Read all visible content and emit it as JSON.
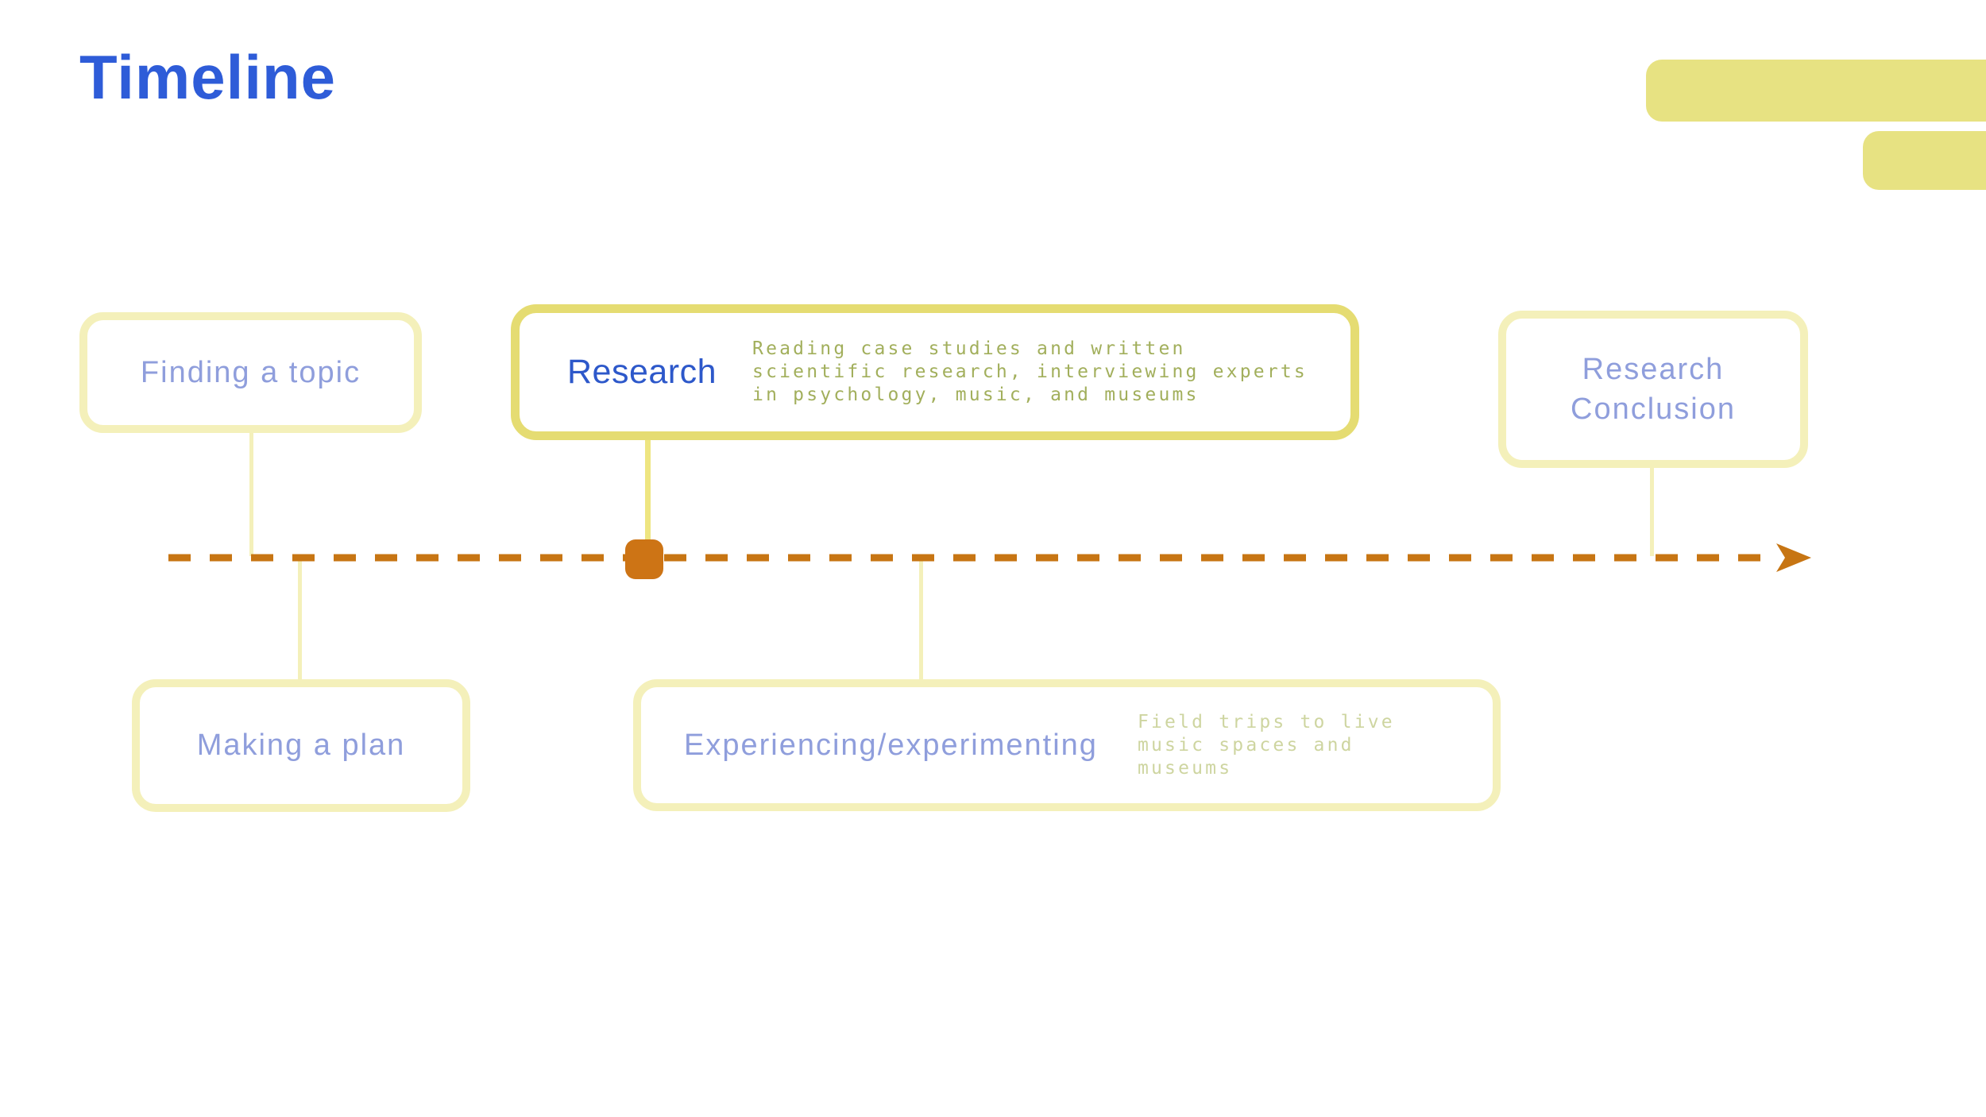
{
  "slide": {
    "title": "Timeline"
  },
  "events": [
    {
      "label": "Finding a topic",
      "description": "",
      "side": "above",
      "highlighted": false
    },
    {
      "label": "Research",
      "description": "Reading case studies and written\nscientific research, interviewing experts\nin psychology, music, and museums",
      "side": "above",
      "highlighted": true
    },
    {
      "label": "Research\nConclusion",
      "description": "",
      "side": "above",
      "highlighted": false
    },
    {
      "label": "Making a plan",
      "description": "",
      "side": "below",
      "highlighted": false
    },
    {
      "label": "Experiencing/experimenting",
      "description": "Field trips to live\nmusic spaces and\nmuseums",
      "side": "below",
      "highlighted": false
    }
  ],
  "colors": {
    "title-blue": "#2e5cd8",
    "label-blue": "#2d58ca",
    "label-periwinkle": "#8f9edc",
    "desc-olive": "#a2af5c",
    "desc-olive-pale": "#ced5a0",
    "border-yellow-strong": "#e5dc72",
    "border-yellow-pale": "#f4f0ba",
    "connector-yellow": "#eee581",
    "bar-yellow": "#e7e282",
    "timeline-orange": "#c77513",
    "marker-orange": "#cd7415"
  }
}
